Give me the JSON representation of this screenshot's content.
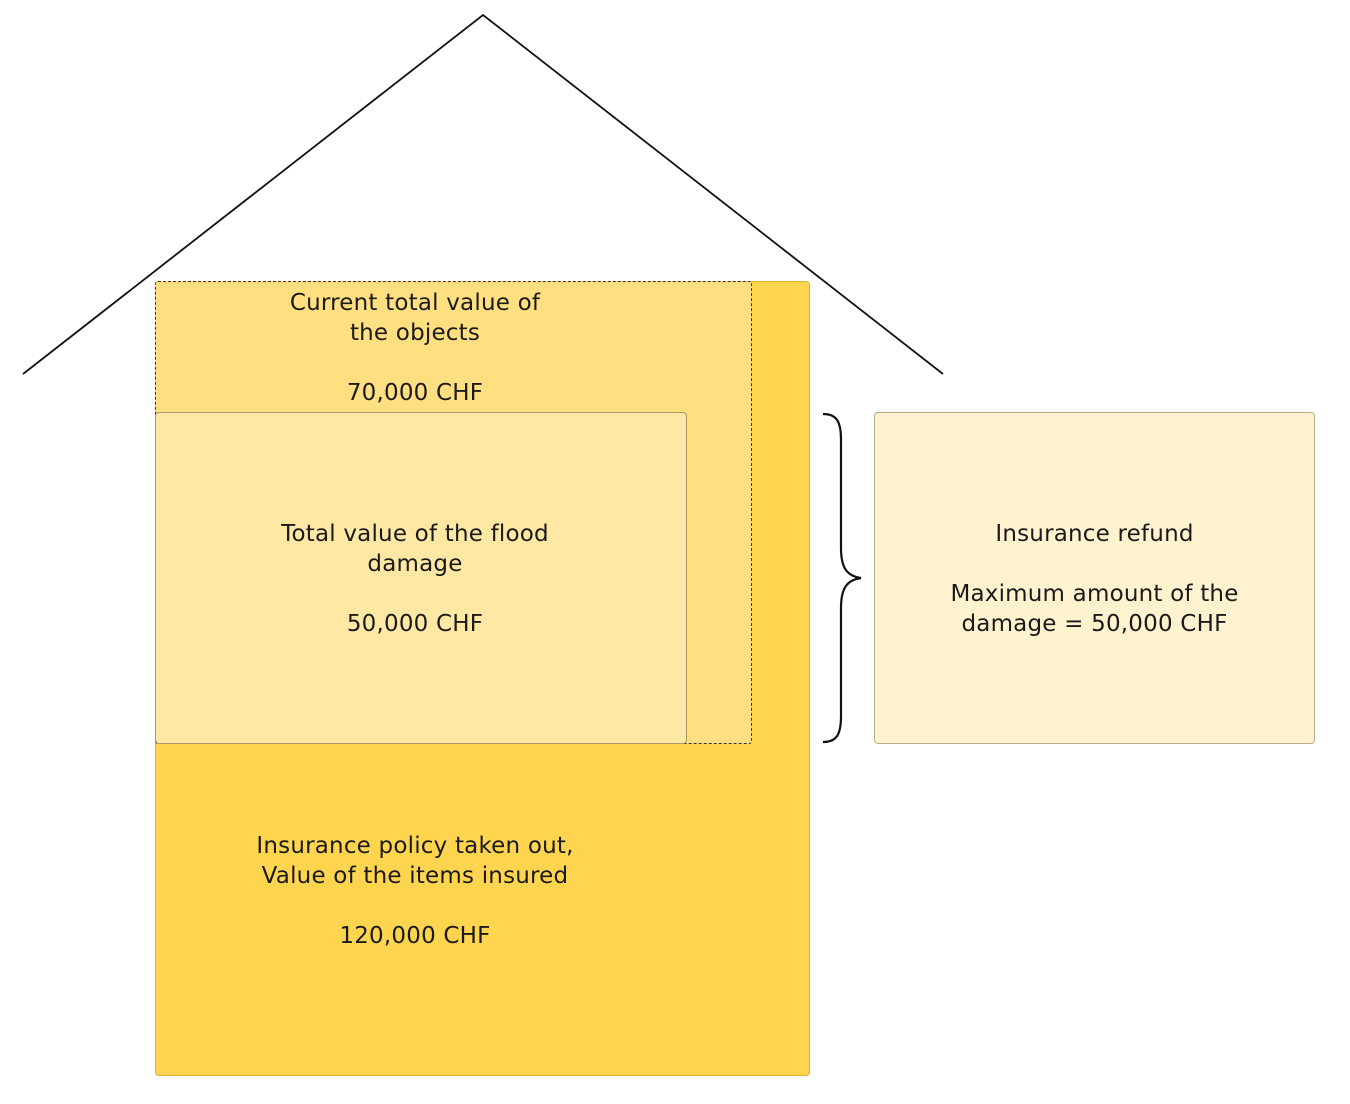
{
  "current_objects": {
    "line1": "Current total value of",
    "line2": "the objects",
    "value": "70,000 CHF"
  },
  "flood_damage": {
    "line1": "Total value of the flood",
    "line2": "damage",
    "value": "50,000 CHF"
  },
  "insurance_policy": {
    "line1": "Insurance policy taken out,",
    "line2": "Value of the items insured",
    "value": "120,000 CHF"
  },
  "insurance_refund": {
    "title": "Insurance refund",
    "line1": "Maximum amount of the",
    "line2": "damage = 50,000 CHF"
  },
  "colors": {
    "policy_fill": "#ffd44f",
    "current_fill": "#ffdf7f",
    "damage_fill": "#ffe8a3",
    "refund_fill": "#fff3cf"
  }
}
